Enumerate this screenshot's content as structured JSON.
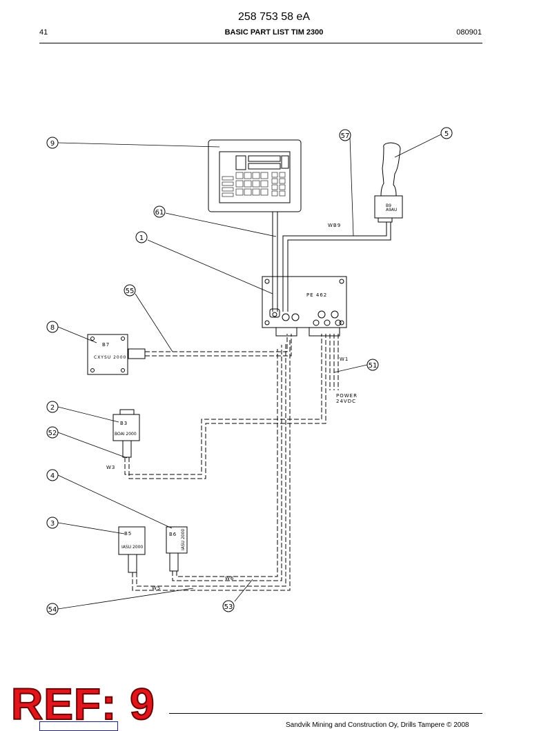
{
  "header": {
    "doc_number": "258 753 58 eA",
    "page": "41",
    "title": "BASIC PART LIST TIM 2300",
    "date": "080901"
  },
  "callouts": {
    "c9": "9",
    "c57": "57",
    "c5": "5",
    "c61": "61",
    "c1": "1",
    "c55": "55",
    "c8": "8",
    "c51": "51",
    "c2": "2",
    "c52": "52",
    "c4": "4",
    "c3": "3",
    "c54": "54",
    "c53": "53"
  },
  "components": {
    "pe": "PE 462",
    "b7": "B7",
    "b7_model": "CXYSU 2000",
    "b3": "B3",
    "b3_model": "BOAI 2000",
    "b5": "B5",
    "b5_model": "IASU 2000",
    "b6": "B6",
    "b6_model": "IASU 2000",
    "b9": "B9",
    "b9_model": "A9AU"
  },
  "wires": {
    "wb9": "WB9",
    "w1": "W1",
    "w3": "W3",
    "w5": "W5",
    "w6": "W6",
    "power": "POWER",
    "voltage": "24VDC"
  },
  "stamp": {
    "text": "REF: 9",
    "color": "#e0161c"
  },
  "footer": {
    "text": "Sandvik Mining and Construction Oy, Drills Tampere © 2008"
  }
}
